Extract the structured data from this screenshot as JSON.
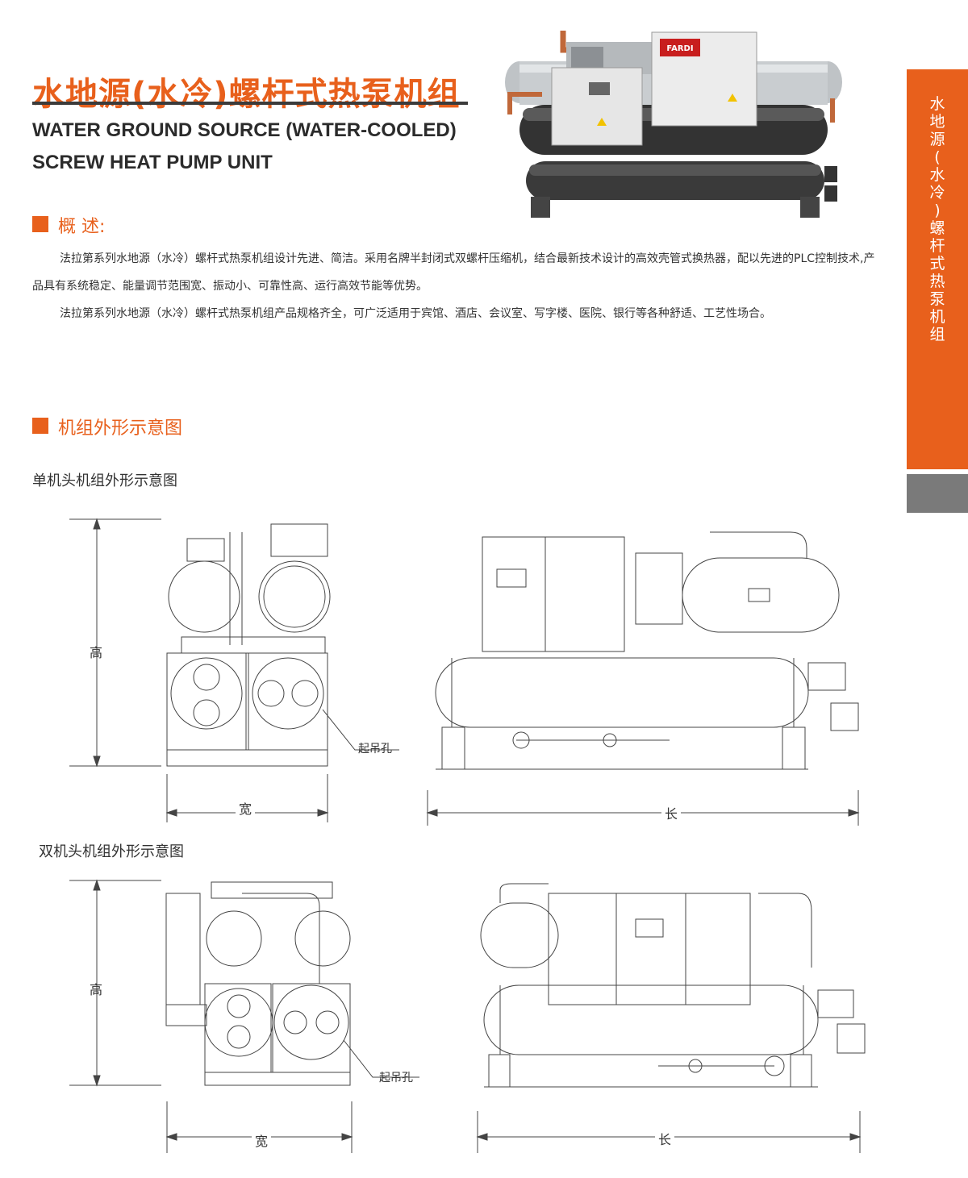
{
  "header": {
    "title_cn": "水地源(水冷)螺杆式热泵机组",
    "title_en_line1": "WATER GROUND SOURCE (WATER-COOLED)",
    "title_en_line2": "SCREW HEAT PUMP UNIT",
    "brand_badge": "FARDI"
  },
  "side_tab": {
    "chars": [
      "水",
      "地",
      "源",
      "(",
      "水",
      "冷",
      ")",
      "螺",
      "杆",
      "式",
      "热",
      "泵",
      "机",
      "组"
    ]
  },
  "overview": {
    "heading": "概 述:",
    "paragraphs": [
      "法拉第系列水地源（水冷）螺杆式热泵机组设计先进、简洁。采用名牌半封闭式双螺杆压缩机，结合最新技术设计的高效壳管式换热器，配以先进的PLC控制技术,产品具有系统稳定、能量调节范围宽、振动小、可靠性高、运行高效节能等优势。",
      "法拉第系列水地源（水冷）螺杆式热泵机组产品规格齐全，可广泛适用于宾馆、酒店、会议室、写字楼、医院、银行等各种舒适、工艺性场合。"
    ]
  },
  "outline": {
    "heading": "机组外形示意图",
    "single": {
      "title": "单机头机组外形示意图",
      "height_label": "高",
      "width_label": "宽",
      "length_label": "长",
      "lift_label": "起吊孔"
    },
    "double": {
      "title": "双机头机组外形示意图",
      "height_label": "高",
      "width_label": "宽",
      "length_label": "长",
      "lift_label": "起吊孔"
    }
  },
  "colors": {
    "accent": "#e8601c",
    "dark": "#2b2b2b",
    "gray_tab": "#7a7a7a"
  }
}
